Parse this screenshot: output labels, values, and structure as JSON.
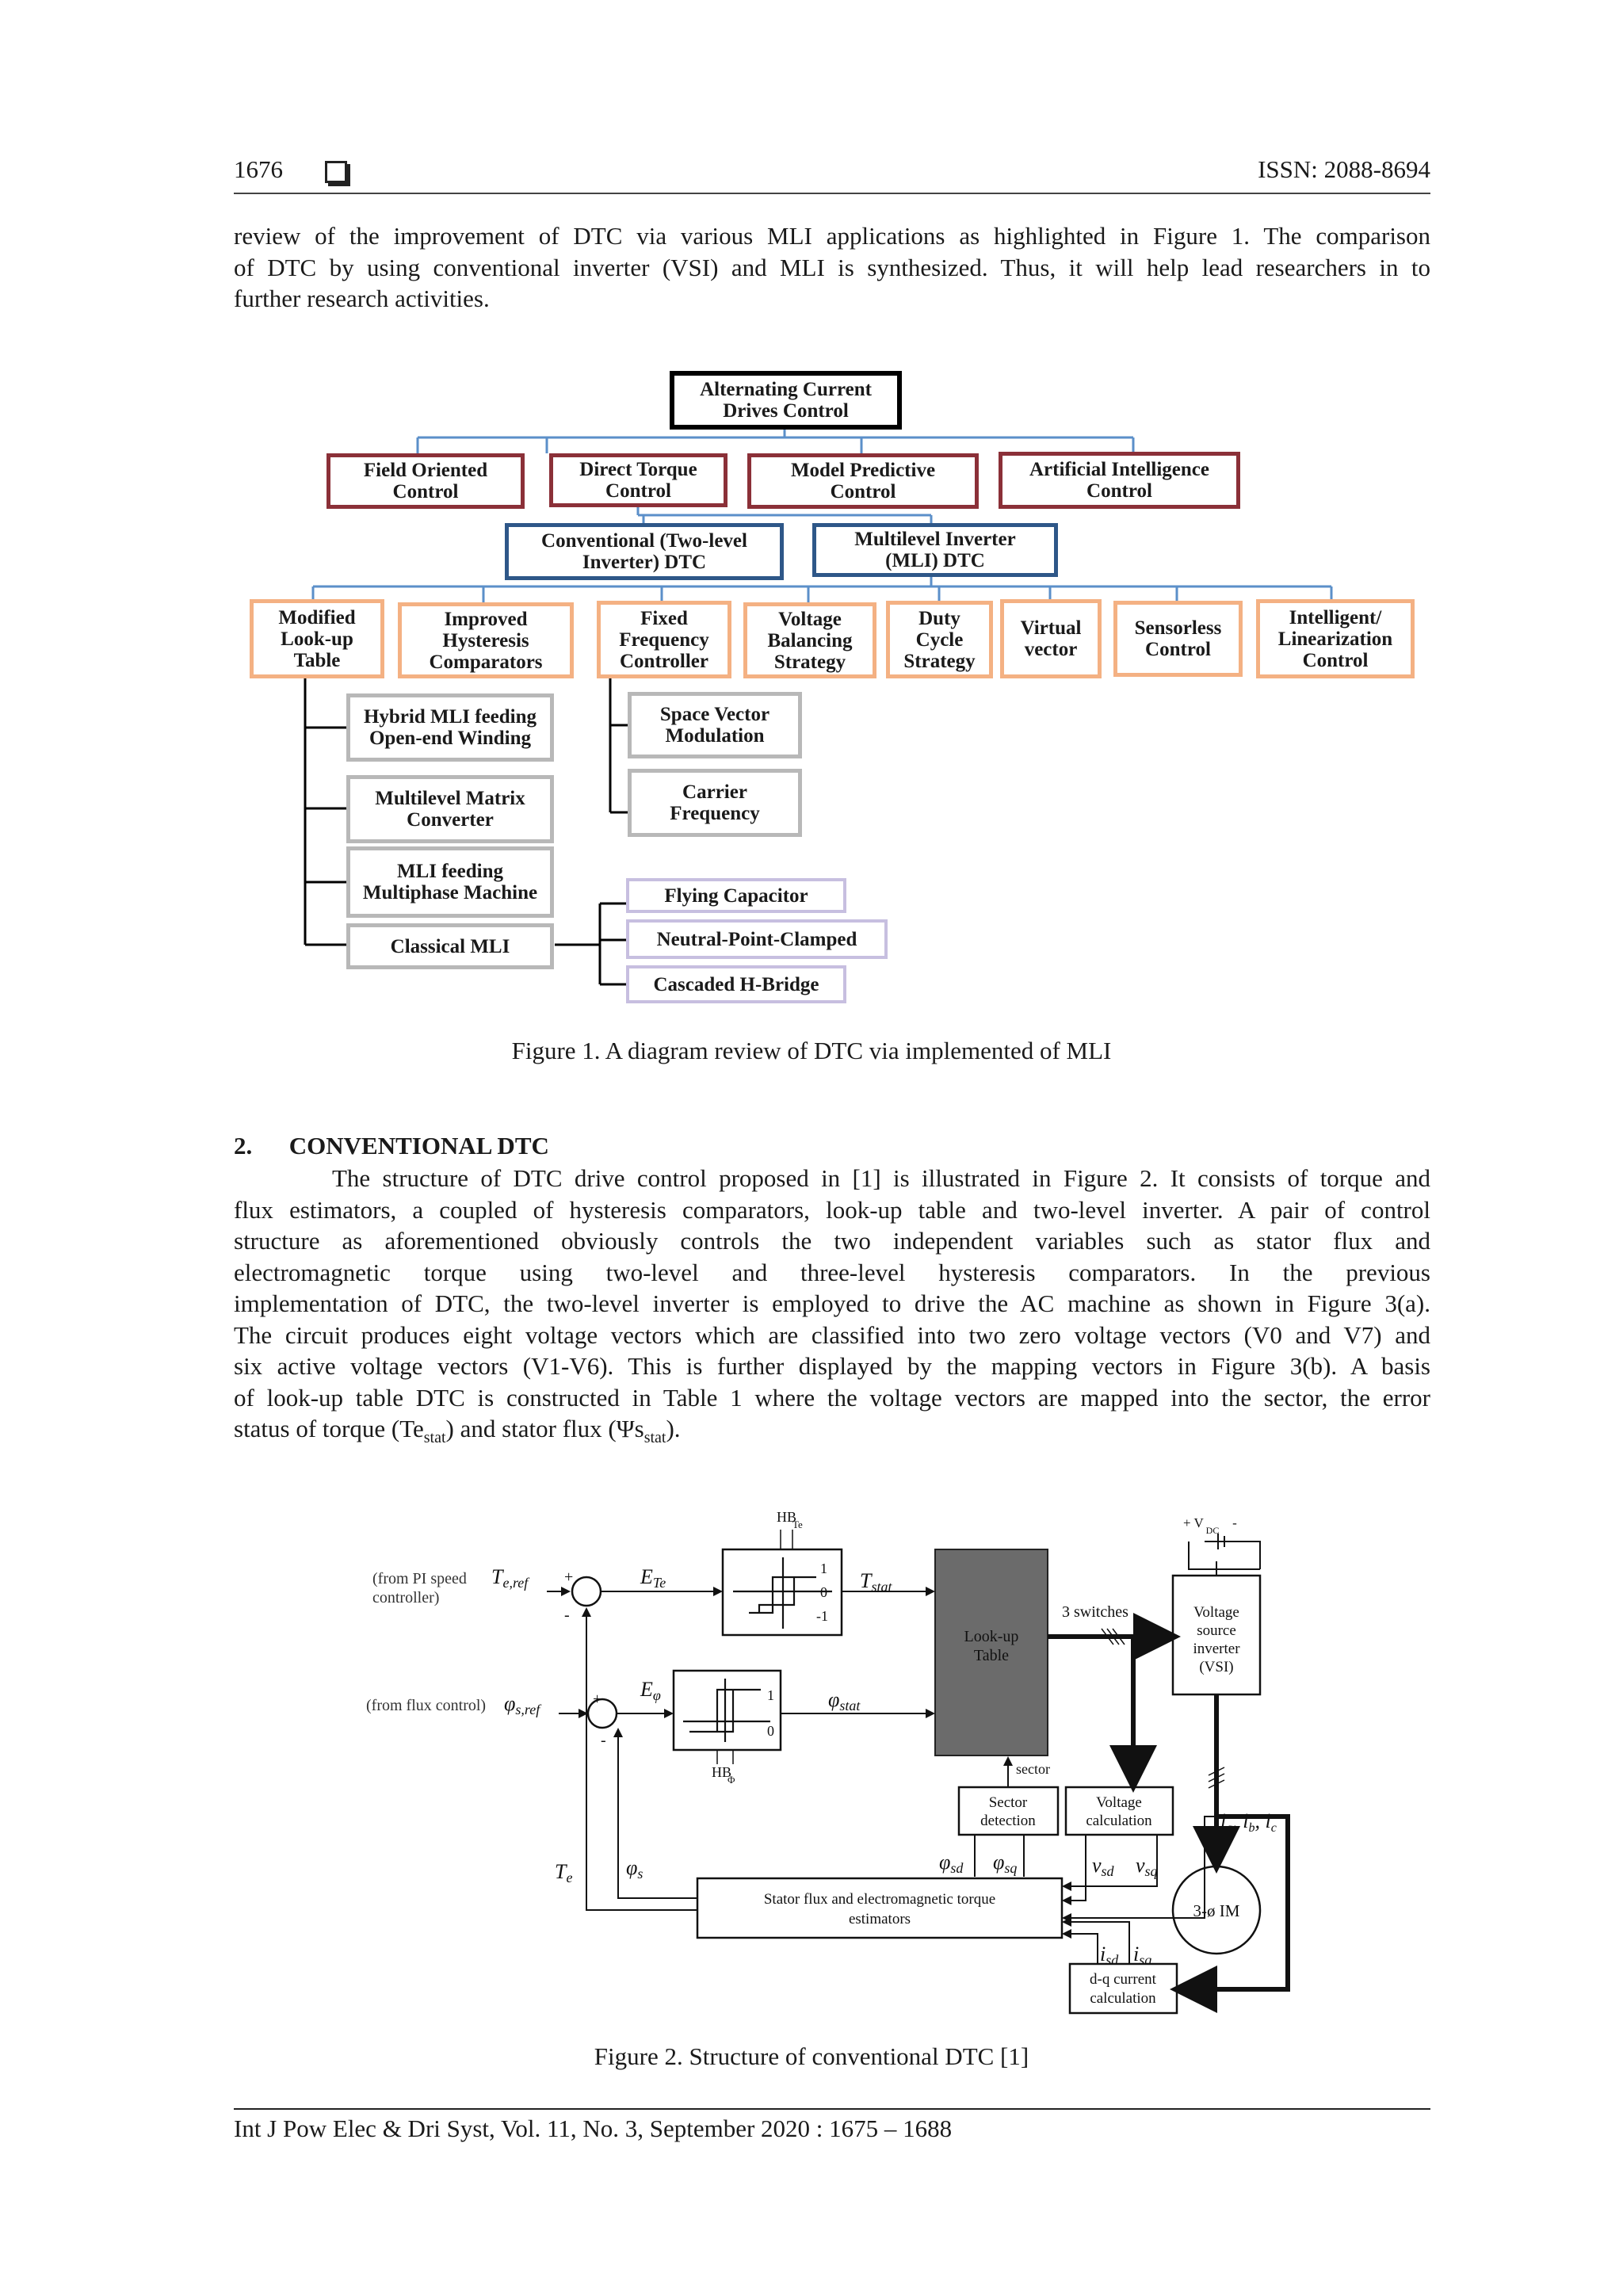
{
  "header": {
    "page_number": "1676",
    "issn": "ISSN: 2088-8694"
  },
  "intro": {
    "lines": [
      "review of the improvement of DTC via various MLI applications as highlighted in Figure 1. The comparison",
      "of DTC by using conventional inverter (VSI) and MLI is synthesized. Thus, it will help lead researchers in to",
      "further research activities."
    ]
  },
  "figure1": {
    "root": "Alternating Current\nDrives Control",
    "level1": [
      "Field Oriented\nControl",
      "Direct Torque\nControl",
      "Model Predictive\nControl",
      "Artificial Intelligence\nControl"
    ],
    "level2": [
      "Conventional (Two-level\nInverter) DTC",
      "Multilevel Inverter\n(MLI) DTC"
    ],
    "level3": [
      "Modified\nLook-up\nTable",
      "Improved\nHysteresis\nComparators",
      "Fixed\nFrequency\nController",
      "Voltage\nBalancing\nStrategy",
      "Duty\nCycle\nStrategy",
      "Virtual\nvector",
      "Sensorless\nControl",
      "Intelligent/\nLinearization\nControl"
    ],
    "mli_types": [
      "Hybrid MLI feeding\nOpen-end Winding",
      "Multilevel Matrix\nConverter",
      "MLI feeding\nMultiphase Machine",
      "Classical MLI"
    ],
    "ffc_types": [
      "Space Vector\nModulation",
      "Carrier\nFrequency"
    ],
    "classical_types": [
      "Flying Capacitor",
      "Neutral-Point-Clamped",
      "Cascaded H-Bridge"
    ],
    "caption": "Figure 1. A diagram review of DTC via implemented of MLI"
  },
  "section2": {
    "heading": "2.      CONVENTIONAL DTC",
    "lines": [
      "The structure of DTC drive control proposed in [1] is illustrated in Figure 2. It consists of torque and",
      "flux estimators, a coupled of hysteresis comparators, look-up table and two-level inverter. A pair of control",
      "structure as aforementioned obviously controls the two independent variables such as stator flux and",
      "electromagnetic torque using two-level and three-level hysteresis comparators. In the previous",
      "implementation of DTC, the two-level inverter is employed to drive the AC machine as shown in Figure 3(a).",
      "The circuit produces eight voltage vectors which are classified into two zero voltage vectors (V0 and V7) and",
      "six active voltage vectors (V1-V6). This is further displayed by the mapping vectors in Figure 3(b). A basis",
      "of look-up table DTC is constructed in Table 1 where the voltage vectors are mapped into the sector, the error"
    ],
    "last_line": {
      "pre": "status of torque (Te",
      "sub1": "stat",
      "mid": ") and stator flux (Ψs",
      "sub2": "stat",
      "post": ")."
    }
  },
  "figure2": {
    "te_ref_src": "(from PI speed",
    "te_ref_src2": "controller)",
    "te_ref": "Tₑ,ᵣₑf",
    "flux_src": "(from flux control)",
    "e_te": "E",
    "t_stat": "T",
    "phi_stat": "φ",
    "lookup": "Look-up\nTable",
    "switches": "3 switches",
    "vsi": "Voltage\nsource\ninverter\n(VSI)",
    "vdc": "+ V",
    "sector": "sector",
    "sector_det": "Sector\ndetection",
    "volt_calc": "Voltage\ncalculation",
    "estimators": "Stator flux and electromagnetic torque\nestimators",
    "dq_calc": "d-q current\ncalculation",
    "motor": "3-ø IM",
    "caption": "Figure 2. Structure of conventional DTC [1]"
  },
  "footer": {
    "text": "Int J Pow Elec & Dri Syst, Vol. 11, No. 3, September 2020 : 1675 – 1688"
  }
}
